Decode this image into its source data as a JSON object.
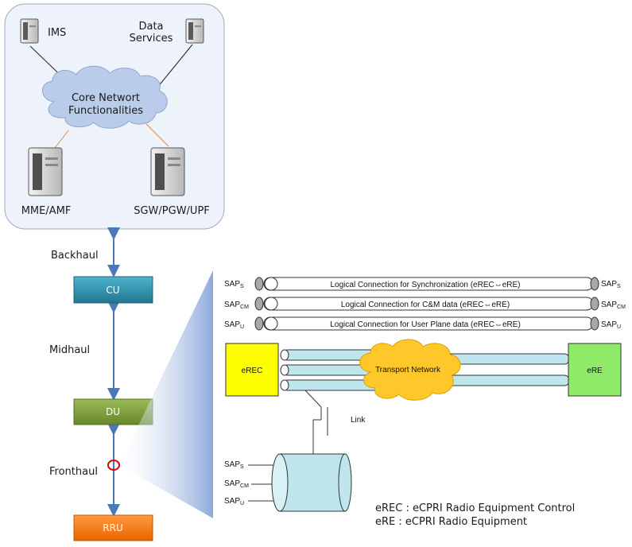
{
  "core": {
    "ims": "IMS",
    "data_services_1": "Data",
    "data_services_2": "Services",
    "cloud_1": "Core Networt",
    "cloud_2": "Functionalities",
    "mme": "MME/AMF",
    "sgw": "SGW/PGW/UPF"
  },
  "links": {
    "backhaul": "Backhaul",
    "midhaul": "Midhaul",
    "fronthaul": "Fronthaul"
  },
  "nodes": {
    "cu": "CU",
    "du": "DU",
    "rru": "RRU"
  },
  "ecpri": {
    "sap_s": "SAP",
    "sap_s_sub": "S",
    "sap_cm": "SAP",
    "sap_cm_sub": "CM",
    "sap_u": "SAP",
    "sap_u_sub": "U",
    "conn_sync": "Logical Connection for Synchronization (eREC⇔eRE)",
    "conn_cm": "Logical Connection for C&M data (eREC⇔eRE)",
    "conn_user": "Logical Connection for User Plane data (eREC⇔eRE)",
    "erec": "eREC",
    "ere": "eRE",
    "transport": "Transport Network",
    "link": "Link"
  },
  "legend": {
    "line1": "eREC : eCPRI Radio Equipment Control",
    "line2": "eRE : eCPRI Radio Equipment"
  },
  "colors": {
    "cu": "#2f8fa8",
    "du": "#7a9a3a",
    "rru": "#f07a1a",
    "cloud": "#b9cdea",
    "transport_cloud": "#ffc82a",
    "erec": "#ffff00",
    "ere": "#8fea6a",
    "pipe": "#bfe6ec"
  }
}
